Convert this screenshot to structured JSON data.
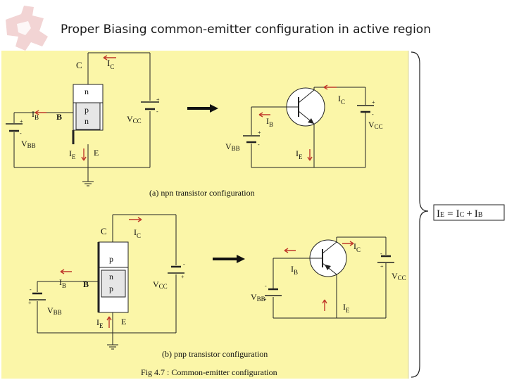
{
  "title": "Proper Biasing common-emitter configuration in active region",
  "colors": {
    "panel": "#fbf6a8",
    "arrow_red": "#c0392b",
    "logo": "#f0cfcf",
    "wire": "#222222"
  },
  "npn": {
    "collector": "C",
    "base": "B",
    "emitter": "E",
    "layer_top": "n",
    "layer_mid": "p",
    "layer_bot": "n",
    "ic_main": "I",
    "ic_sub": "C",
    "ib_main": "I",
    "ib_sub": "B",
    "ie_main": "I",
    "ie_sub": "E",
    "vcc_main": "V",
    "vcc_sub": "CC",
    "vbb_main": "V",
    "vbb_sub": "BB",
    "caption": "(a) npn transistor configuration"
  },
  "pnp": {
    "collector": "C",
    "base": "B",
    "emitter": "E",
    "layer_top": "p",
    "layer_mid": "n",
    "layer_bot": "p",
    "ic_main": "I",
    "ic_sub": "C",
    "ib_main": "I",
    "ib_sub": "B",
    "ie_main": "I",
    "ie_sub": "E",
    "vcc_main": "V",
    "vcc_sub": "CC",
    "vbb_main": "V",
    "vbb_sub": "BB",
    "caption": "(b) pnp transistor configuration"
  },
  "polarity": {
    "plus": "+",
    "minus": "-"
  },
  "equation": {
    "ie": "I",
    "ie_sub": "E",
    "eq": "=",
    "ic": "I",
    "ic_sub": "C",
    "plus": "+",
    "ib": "I",
    "ib_sub": "B"
  },
  "figure_caption": "Fig 4.7 : Common-emitter configuration"
}
